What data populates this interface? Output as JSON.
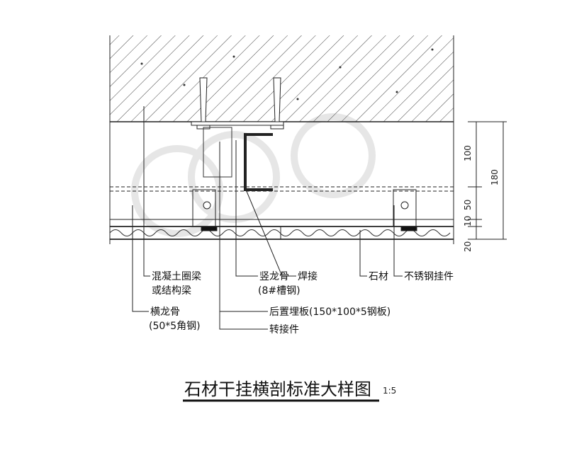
{
  "title": "石材干挂横剖标准大样图",
  "scale": "1:5",
  "dimensions": [
    "100",
    "180",
    "50",
    "10",
    "20"
  ],
  "labels": {
    "concrete_1": "混凝土圈梁",
    "concrete_2": "或结构梁",
    "h_keel_1": "横龙骨",
    "h_keel_2": "(50*5角钢)",
    "v_keel_1": "竖龙骨",
    "v_keel_2": "(8#槽钢)",
    "plate": "后置埋板(150*100*5钢板)",
    "adapter": "转接件",
    "weld": "焊接",
    "stone": "石材",
    "hanger": "不锈钢挂件"
  },
  "colors": {
    "line": "#222222",
    "hatch": "#555555",
    "watermark": "#e4e4e4"
  }
}
